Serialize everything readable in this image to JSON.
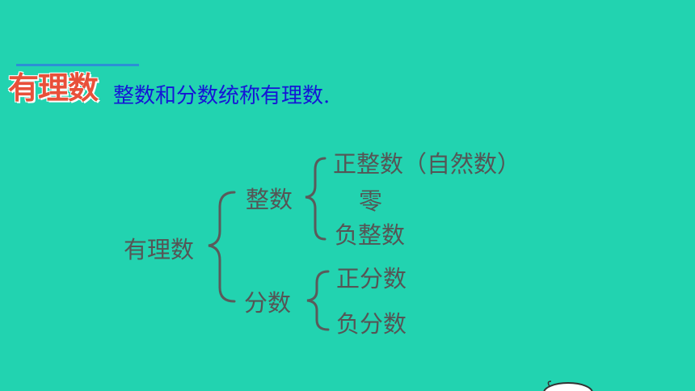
{
  "header": {
    "badge": "有理数",
    "definition": "整数和分数统称有理数."
  },
  "tree": {
    "root": "有理数",
    "integer": {
      "label": "整数",
      "children": [
        "正整数（自然数）",
        "零",
        "负整数"
      ]
    },
    "fraction": {
      "label": "分数",
      "children": [
        "正分数",
        "负分数"
      ]
    }
  },
  "colors": {
    "background": "#22d3b0",
    "badge": "#e8503a",
    "headline": "#1515d6",
    "tree_text": "#555555",
    "brace": "#5a5a5a"
  }
}
